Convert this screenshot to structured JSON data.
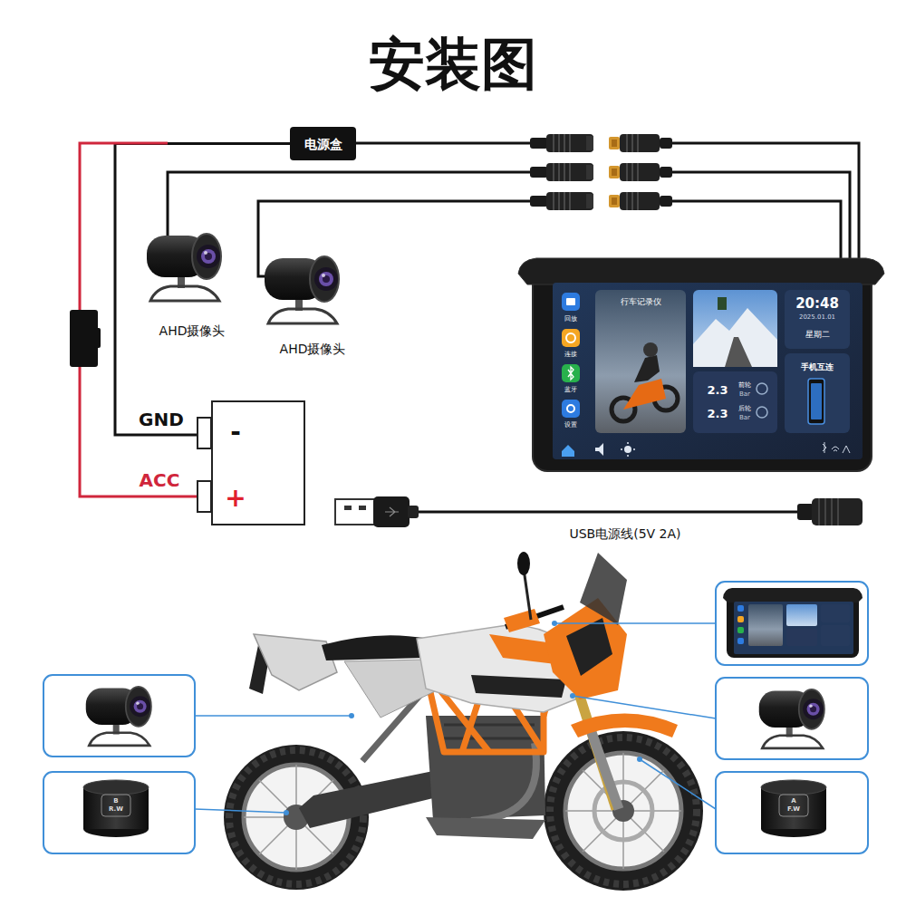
{
  "diagram": {
    "title": "安装图",
    "nodes": [
      {
        "text": [
          "电源盒"
        ]
      },
      {
        "text": [
          "-",
          "+"
        ]
      }
    ],
    "edges": [
      {
        "from": 0,
        "to": 1,
        "arrow": "none"
      }
    ],
    "labels": [
      "GND",
      "ACC",
      "AHD摄像头",
      "AHD摄像头",
      "USB电源线(5V 2A)",
      "回放",
      "连接",
      "蓝牙",
      "设置",
      "行车记录仪",
      "20:48",
      "2025.01.01",
      "星期二",
      "手机互连",
      "2.3",
      "前轮",
      "Bar",
      "2.3",
      "后轮",
      "Bar",
      "B",
      "R.W",
      "A",
      "F.W"
    ]
  }
}
